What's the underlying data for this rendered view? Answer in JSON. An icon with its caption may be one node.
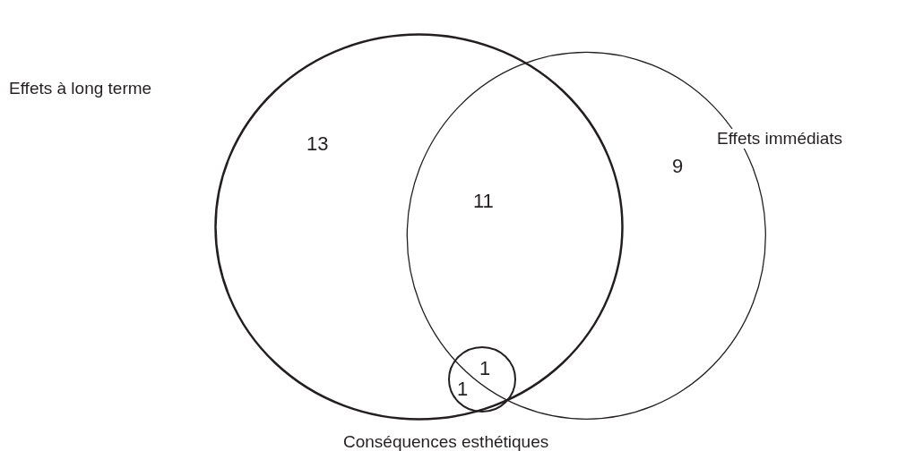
{
  "diagram": {
    "nodes": [
      {
        "text": [
          "Effets à long terme"
        ]
      },
      {
        "text": [
          "Effets immédiats"
        ]
      },
      {
        "text": [
          "Conséquences esthétiques"
        ]
      }
    ],
    "labels": [
      "13",
      "9",
      "11",
      "1",
      "1"
    ]
  }
}
